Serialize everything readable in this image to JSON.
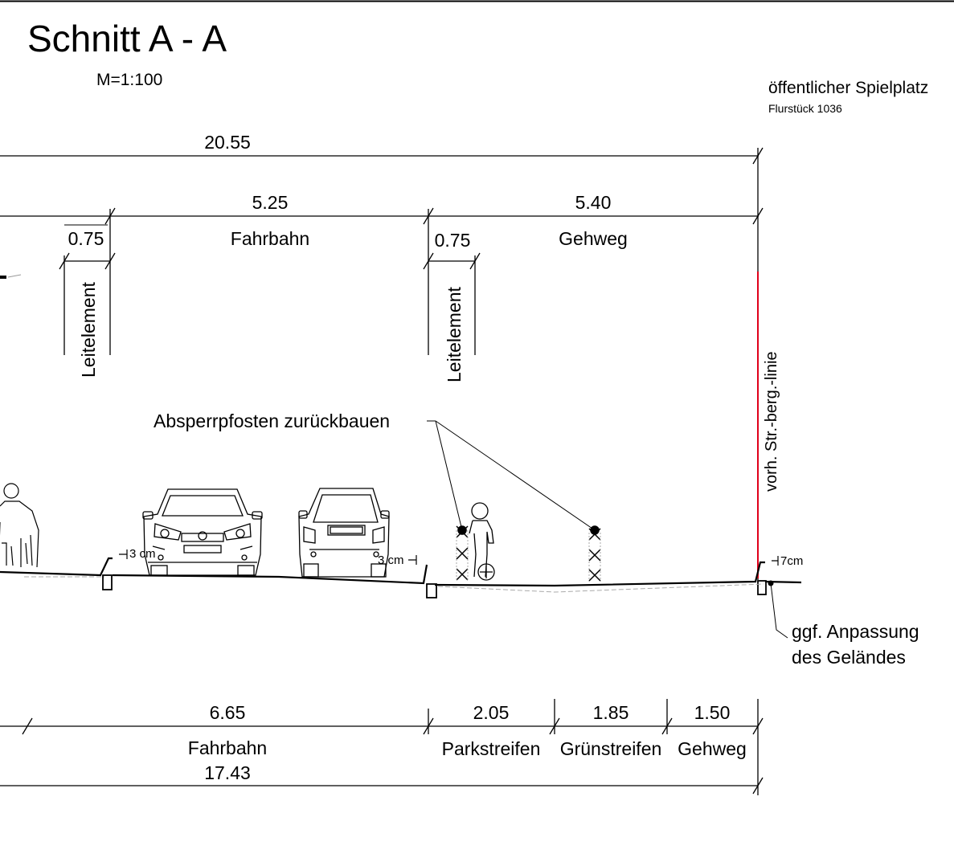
{
  "title": "Schnitt A - A",
  "scale": "M=1:100",
  "neighbor": {
    "name": "öffentlicher Spielplatz",
    "parcel": "Flurstück 1036"
  },
  "top_dimensions": {
    "total": "20.55",
    "fahrbahn_width": "5.25",
    "fahrbahn_label": "Fahrbahn",
    "gehweg_width": "5.40",
    "gehweg_label": "Gehweg",
    "leit_left_width": "0.75",
    "leit_right_width": "0.75",
    "leit_left_label": "Leitelement",
    "leit_right_label": "Leitelement"
  },
  "boundary_label": "vorh. Str.-berg.-linie",
  "callouts": {
    "bollards": "Absperrpfosten zurückbauen",
    "terrain_line1": "ggf. Anpassung",
    "terrain_line2": "des Geländes"
  },
  "curb_heights": {
    "left": "3 cm",
    "middle": "3 cm",
    "right": "7cm"
  },
  "bottom_dimensions": {
    "fahrbahn_width": "6.65",
    "parkstreifen_width": "2.05",
    "gruenstreifen_width": "1.85",
    "gehweg_width": "1.50",
    "fahrbahn_label": "Fahrbahn",
    "parkstreifen_label": "Parkstreifen",
    "gruenstreifen_label": "Grünstreifen",
    "gehweg_label": "Gehweg",
    "total": "17.43"
  },
  "colors": {
    "line": "#000000",
    "boundary": "#e0001a",
    "ground_dashed": "#aaaaaa"
  }
}
